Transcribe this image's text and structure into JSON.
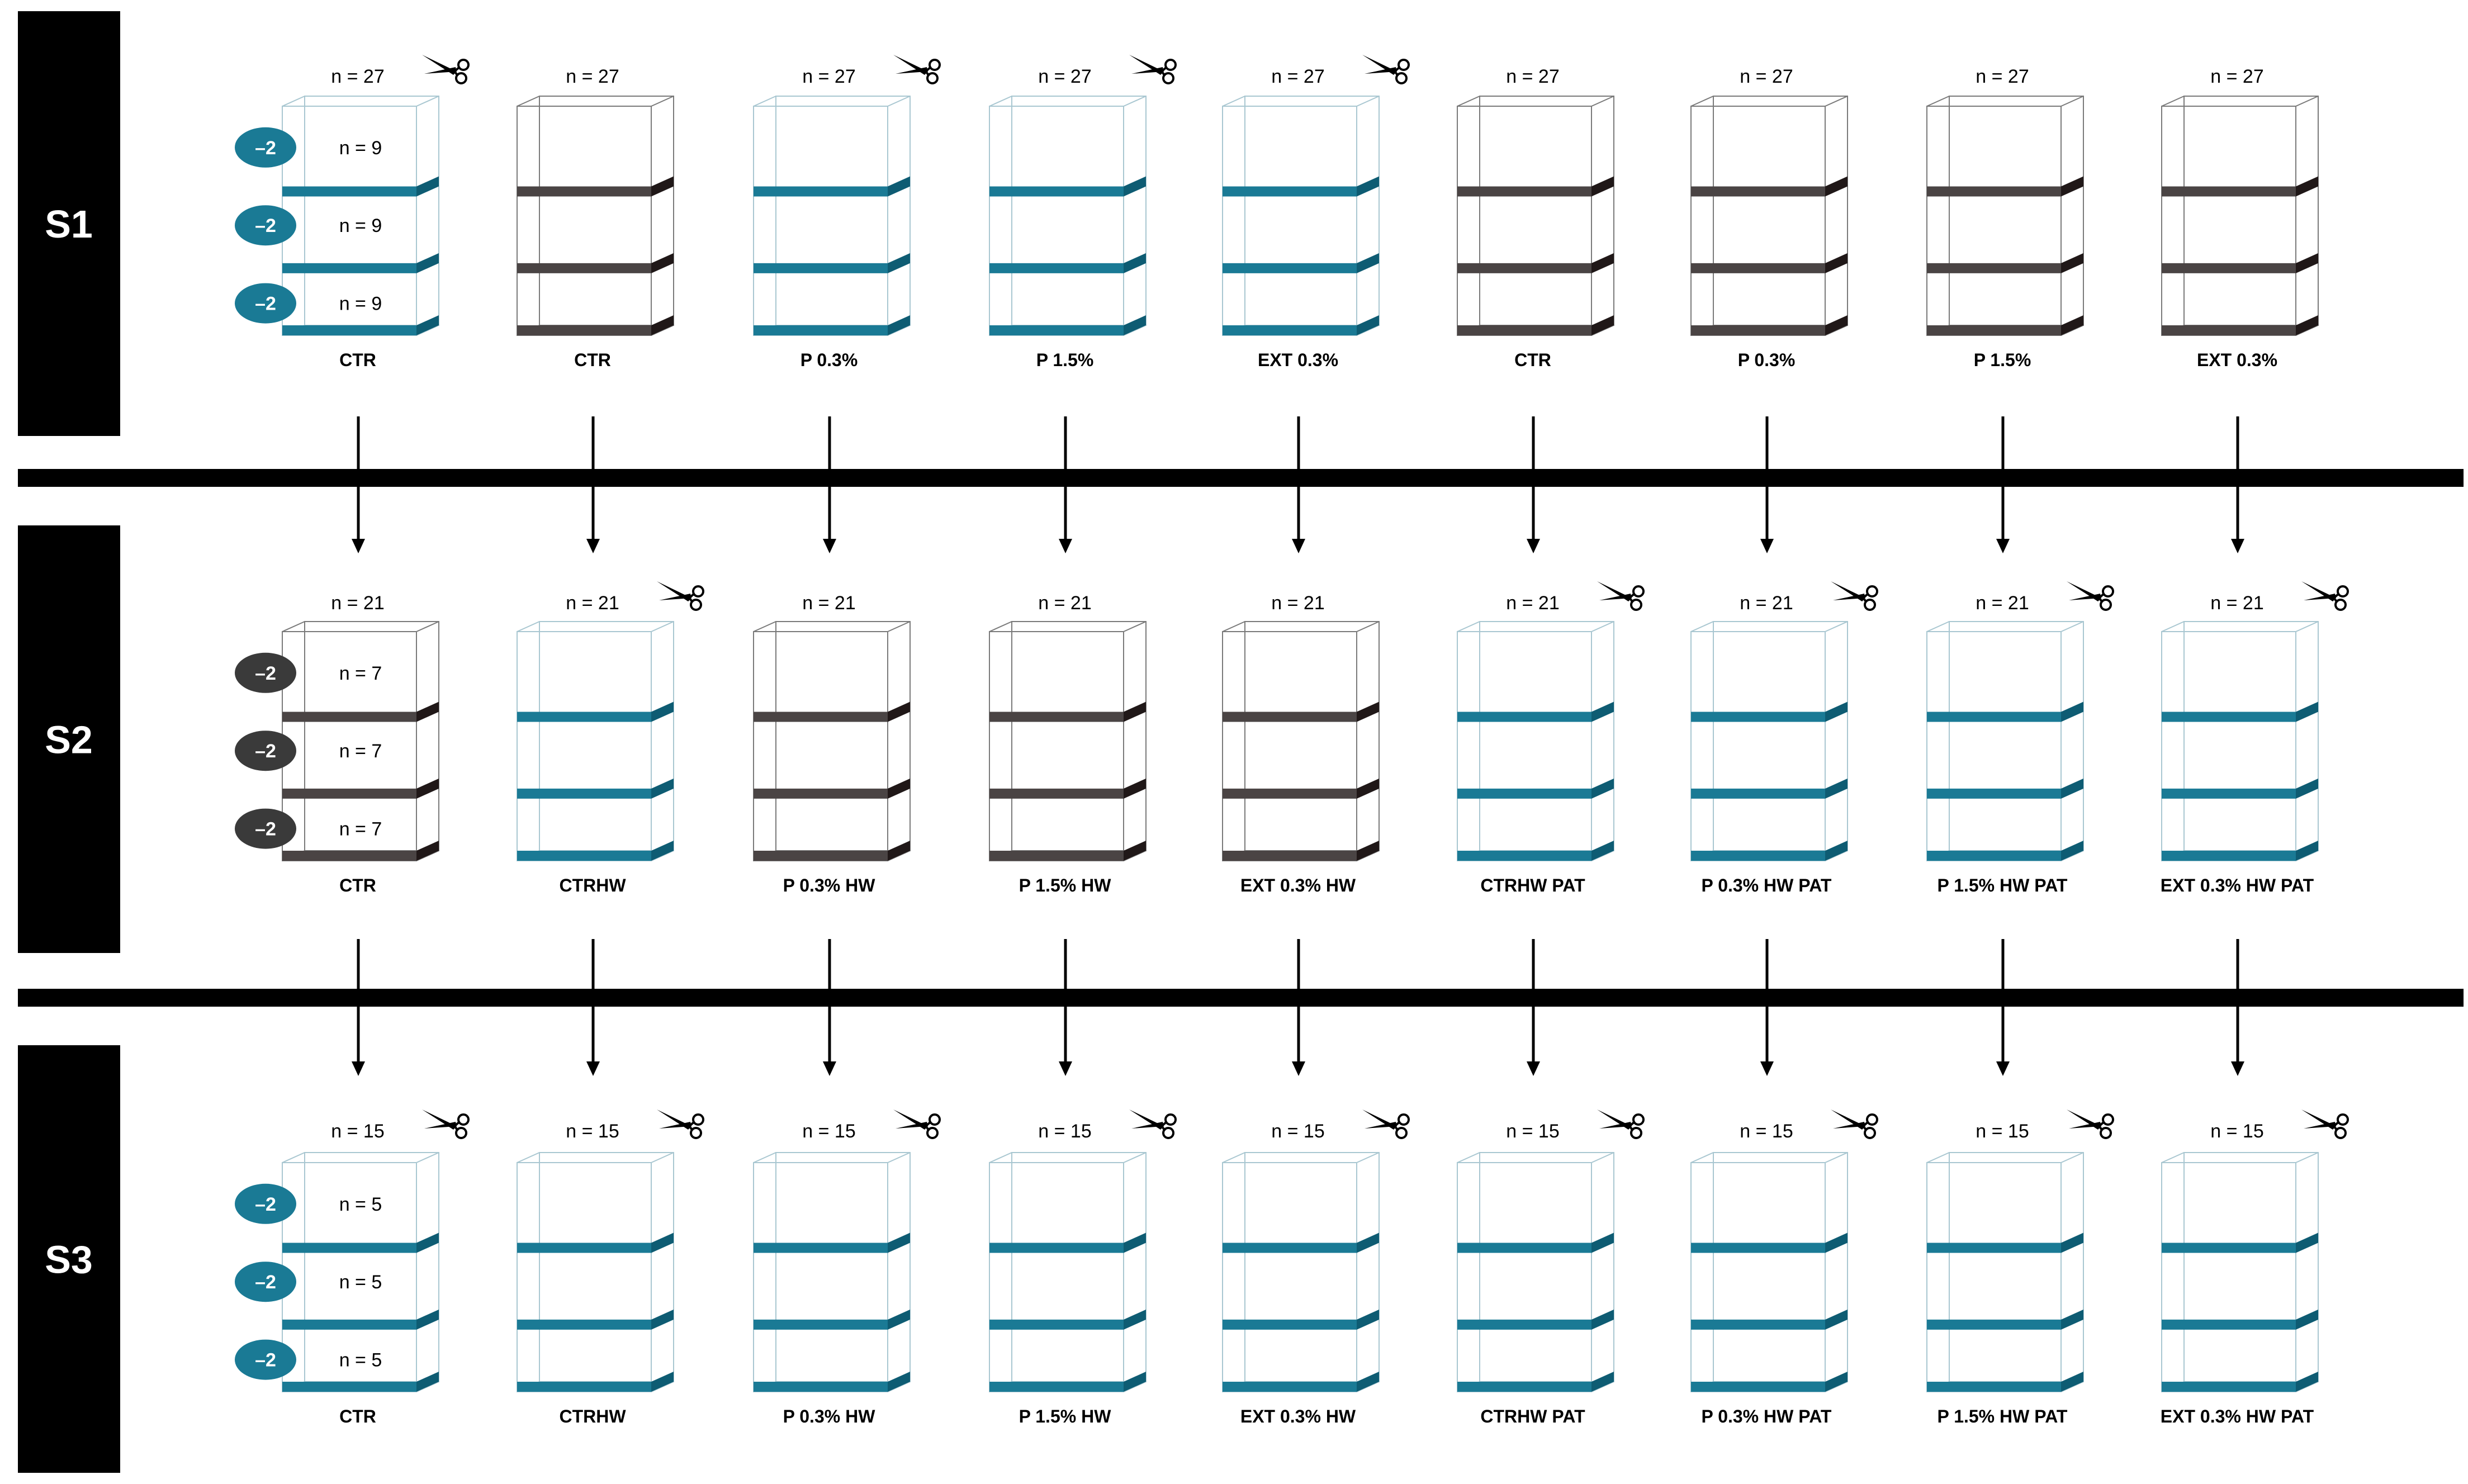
{
  "colors": {
    "teal": "#1a7a95",
    "teal_dark": "#0e5c73",
    "gray": "#4a4444",
    "gray_dark": "#201818",
    "frame": "#a9c7d1",
    "frame_gray": "#7a7a7a",
    "bar": "#000000"
  },
  "stages": [
    {
      "label": "S1",
      "tanks": [
        {
          "n": "n = 27",
          "label": "CTR",
          "shelf": "teal",
          "scissors": true,
          "sub": [
            "n = 9",
            "n = 9",
            "n = 9"
          ],
          "bubble": "–2",
          "bubble_color": "teal"
        },
        {
          "n": "n = 27",
          "label": "CTR",
          "shelf": "gray",
          "scissors": false
        },
        {
          "n": "n = 27",
          "label": "P 0.3%",
          "shelf": "teal",
          "scissors": true
        },
        {
          "n": "n = 27",
          "label": "P 1.5%",
          "shelf": "teal",
          "scissors": true
        },
        {
          "n": "n = 27",
          "label": "EXT 0.3%",
          "shelf": "teal",
          "scissors": true
        },
        {
          "n": "n = 27",
          "label": "CTR",
          "shelf": "gray",
          "scissors": false
        },
        {
          "n": "n = 27",
          "label": "P 0.3%",
          "shelf": "gray",
          "scissors": false
        },
        {
          "n": "n = 27",
          "label": "P 1.5%",
          "shelf": "gray",
          "scissors": false
        },
        {
          "n": "n = 27",
          "label": "EXT 0.3%",
          "shelf": "gray",
          "scissors": false
        }
      ]
    },
    {
      "label": "S2",
      "tanks": [
        {
          "n": "n = 21",
          "label": "CTR",
          "shelf": "gray",
          "scissors": false,
          "sub": [
            "n = 7",
            "n = 7",
            "n = 7"
          ],
          "bubble": "–2",
          "bubble_color": "gray"
        },
        {
          "n": "n = 21",
          "label": "CTRHW",
          "shelf": "teal",
          "scissors": true
        },
        {
          "n": "n = 21",
          "label": "P 0.3% HW",
          "shelf": "gray",
          "scissors": false
        },
        {
          "n": "n = 21",
          "label": "P 1.5% HW",
          "shelf": "gray",
          "scissors": false
        },
        {
          "n": "n = 21",
          "label": "EXT 0.3% HW",
          "shelf": "gray",
          "scissors": false
        },
        {
          "n": "n = 21",
          "label": "CTRHW PAT",
          "shelf": "teal",
          "scissors": true
        },
        {
          "n": "n = 21",
          "label": "P 0.3% HW PAT",
          "shelf": "teal",
          "scissors": true
        },
        {
          "n": "n = 21",
          "label": "P 1.5% HW PAT",
          "shelf": "teal",
          "scissors": true
        },
        {
          "n": "n = 21",
          "label": "EXT 0.3% HW PAT",
          "shelf": "teal",
          "scissors": true
        }
      ]
    },
    {
      "label": "S3",
      "tanks": [
        {
          "n": "n = 15",
          "label": "CTR",
          "shelf": "teal",
          "scissors": true,
          "sub": [
            "n = 5",
            "n = 5",
            "n = 5"
          ],
          "bubble": "–2",
          "bubble_color": "teal"
        },
        {
          "n": "n = 15",
          "label": "CTRHW",
          "shelf": "teal",
          "scissors": true
        },
        {
          "n": "n = 15",
          "label": "P 0.3% HW",
          "shelf": "teal",
          "scissors": true
        },
        {
          "n": "n = 15",
          "label": "P 1.5% HW",
          "shelf": "teal",
          "scissors": true
        },
        {
          "n": "n = 15",
          "label": "EXT 0.3% HW",
          "shelf": "teal",
          "scissors": true
        },
        {
          "n": "n = 15",
          "label": "CTRHW PAT",
          "shelf": "teal",
          "scissors": true
        },
        {
          "n": "n = 15",
          "label": "P 0.3% HW PAT",
          "shelf": "teal",
          "scissors": true
        },
        {
          "n": "n = 15",
          "label": "P 1.5% HW PAT",
          "shelf": "teal",
          "scissors": true
        },
        {
          "n": "n = 15",
          "label": "EXT 0.3% HW PAT",
          "shelf": "teal",
          "scissors": true
        }
      ]
    }
  ]
}
